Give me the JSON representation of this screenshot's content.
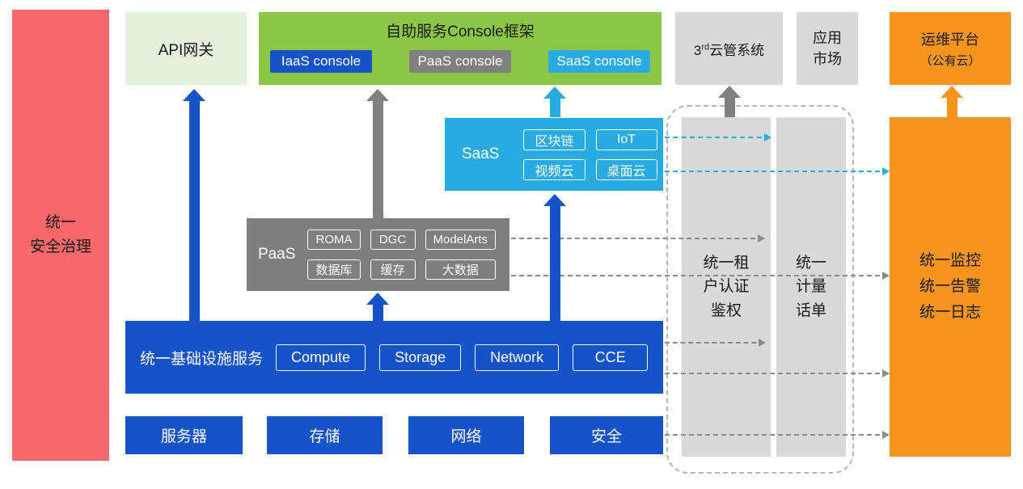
{
  "colors": {
    "red": "#F7686B",
    "light_green": "#E3F0DC",
    "green": "#8CC646",
    "blue": "#1553C8",
    "gray": "#7F7F7F",
    "light_gray": "#D9D9D9",
    "cyan": "#29ABE2",
    "orange": "#F7941E"
  },
  "security": {
    "label": "统一\n安全治理"
  },
  "api_gateway": {
    "label": "API网关"
  },
  "console": {
    "title": "自助服务Console框架",
    "iaas": "IaaS console",
    "paas": "PaaS console",
    "saas": "SaaS console"
  },
  "third_cloud": {
    "prefix": "3",
    "sup": "rd",
    "suffix": "云管系统"
  },
  "app_market": {
    "label": "应用\n市场"
  },
  "om_platform": {
    "line1": "运维平台",
    "line2": "（公有云）"
  },
  "saas": {
    "label": "SaaS",
    "items": [
      "区块链",
      "IoT",
      "视频云",
      "桌面云"
    ]
  },
  "paas": {
    "label": "PaaS",
    "row1": [
      "ROMA",
      "DGC",
      "ModelArts"
    ],
    "row2": [
      "数据库",
      "缓存",
      "大数据"
    ]
  },
  "iaas": {
    "label": "统一基础设施服务",
    "items": [
      "Compute",
      "Storage",
      "Network",
      "CCE"
    ]
  },
  "hardware": {
    "items": [
      "服务器",
      "存储",
      "网络",
      "安全"
    ]
  },
  "auth": {
    "label": "统一租\n户认证\n鉴权"
  },
  "metering": {
    "label": "统一\n计量\n话单"
  },
  "monitoring": {
    "label": "统一监控\n统一告警\n统一日志"
  }
}
